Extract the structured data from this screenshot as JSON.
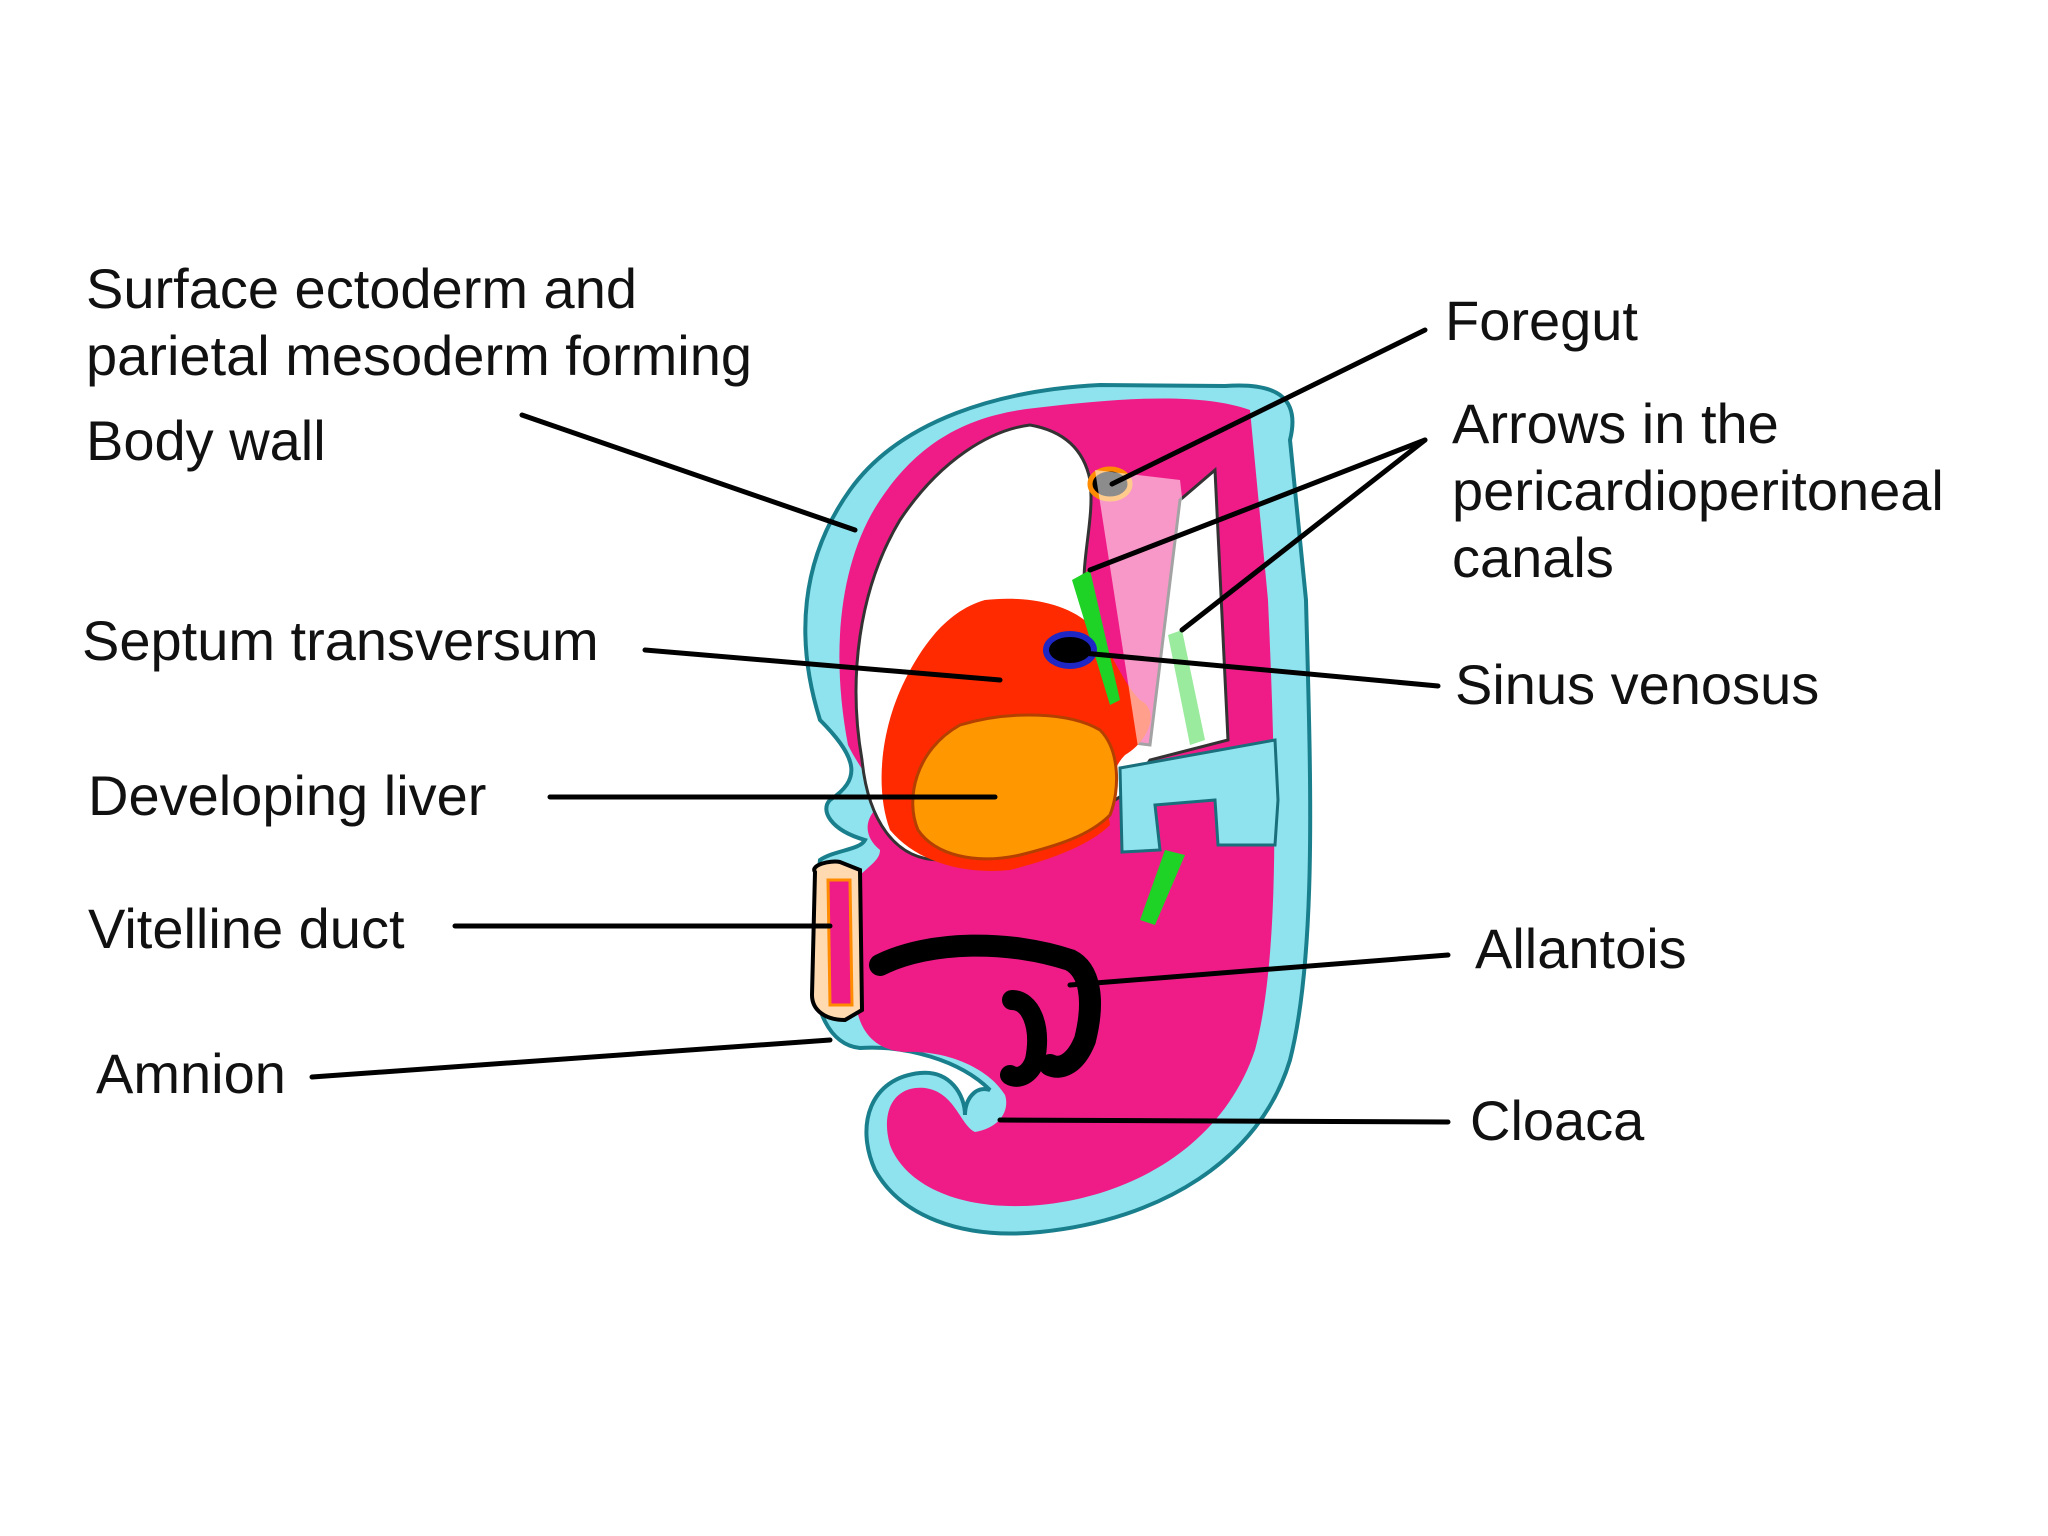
{
  "labels": {
    "body_wall": [
      "Surface ectoderm and",
      "parietal mesoderm forming",
      "Body wall"
    ],
    "septum_transversum": "Septum transversum",
    "developing_liver": "Developing liver",
    "vitelline_duct": "Vitelline duct",
    "amnion": "Amnion",
    "foregut": "Foregut",
    "arrows": [
      "Arrows in the",
      "pericardioperitoneal",
      "canals"
    ],
    "sinus_venosus": "Sinus venosus",
    "allantois": "Allantois",
    "cloaca": "Cloaca"
  },
  "colors": {
    "background": "#ffffff",
    "embryo_tissue": "#ef1c88",
    "amnion_layer": "#8fe3ee",
    "septum": "#ff2a00",
    "liver": "#ff9700",
    "canal_arrows": "#1fd226",
    "sinus_venosus": "#1e27c4",
    "foregut": "#ff8c00",
    "lines": "#000000"
  }
}
